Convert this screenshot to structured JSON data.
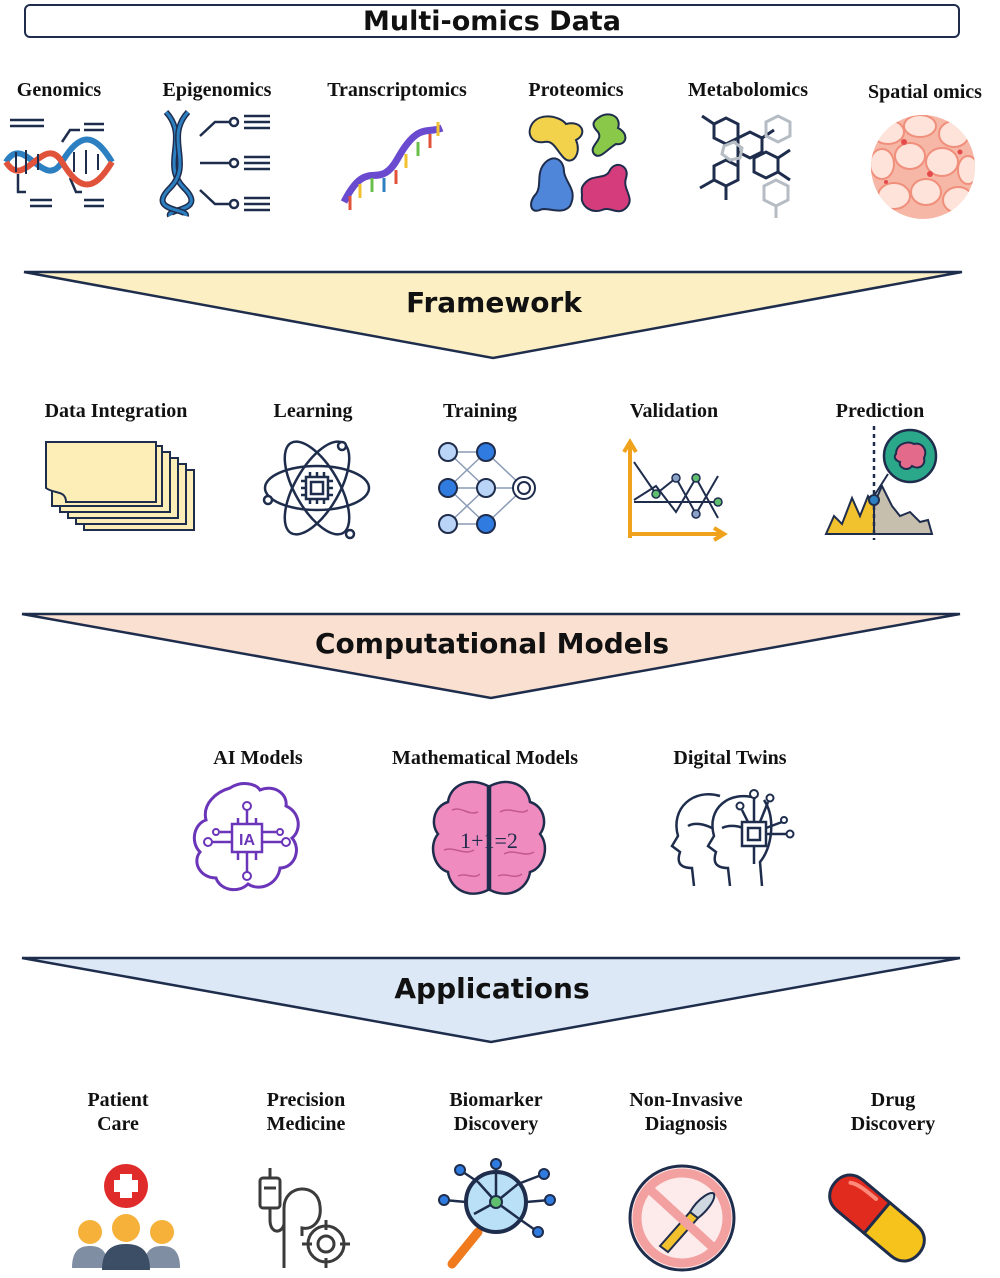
{
  "header": {
    "title": "Multi-omics Data"
  },
  "omics": [
    {
      "label": "Genomics",
      "icon": "dna-helix-icon"
    },
    {
      "label": "Epigenomics",
      "icon": "epigenetic-dna-icon"
    },
    {
      "label": "Transcriptomics",
      "icon": "rna-strand-icon"
    },
    {
      "label": "Proteomics",
      "icon": "protein-blobs-icon"
    },
    {
      "label": "Metabolomics",
      "icon": "molecule-structure-icon"
    },
    {
      "label": "Spatial omics",
      "icon": "tissue-cells-icon"
    }
  ],
  "banners": {
    "framework": {
      "label": "Framework",
      "color": "#fcefc4"
    },
    "models": {
      "label": "Computational Models",
      "color": "#f9e0d0"
    },
    "applications": {
      "label": "Applications",
      "color": "#dce8f5"
    }
  },
  "framework_steps": [
    {
      "label": "Data Integration",
      "icon": "stacked-pages-icon"
    },
    {
      "label": "Learning",
      "icon": "atom-chip-icon"
    },
    {
      "label": "Training",
      "icon": "neural-network-icon"
    },
    {
      "label": "Validation",
      "icon": "line-chart-icon"
    },
    {
      "label": "Prediction",
      "icon": "prediction-chart-icon"
    }
  ],
  "models": [
    {
      "label": "AI Models",
      "icon": "ai-brain-chip-icon",
      "chip_text": "IA"
    },
    {
      "label": "Mathematical Models",
      "icon": "math-brain-icon",
      "equation": "1+1=2"
    },
    {
      "label": "Digital Twins",
      "icon": "twin-heads-icon"
    }
  ],
  "applications": [
    {
      "line1": "Patient",
      "line2": "Care",
      "icon": "patient-care-icon"
    },
    {
      "line1": "Precision",
      "line2": "Medicine",
      "icon": "precision-medicine-icon"
    },
    {
      "line1": "Biomarker",
      "line2": "Discovery",
      "icon": "biomarker-search-icon"
    },
    {
      "line1": "Non-Invasive",
      "line2": "Diagnosis",
      "icon": "no-scalpel-icon"
    },
    {
      "line1": "Drug",
      "line2": "Discovery",
      "icon": "capsule-icon"
    }
  ],
  "colors": {
    "outline": "#1f2d4d"
  }
}
